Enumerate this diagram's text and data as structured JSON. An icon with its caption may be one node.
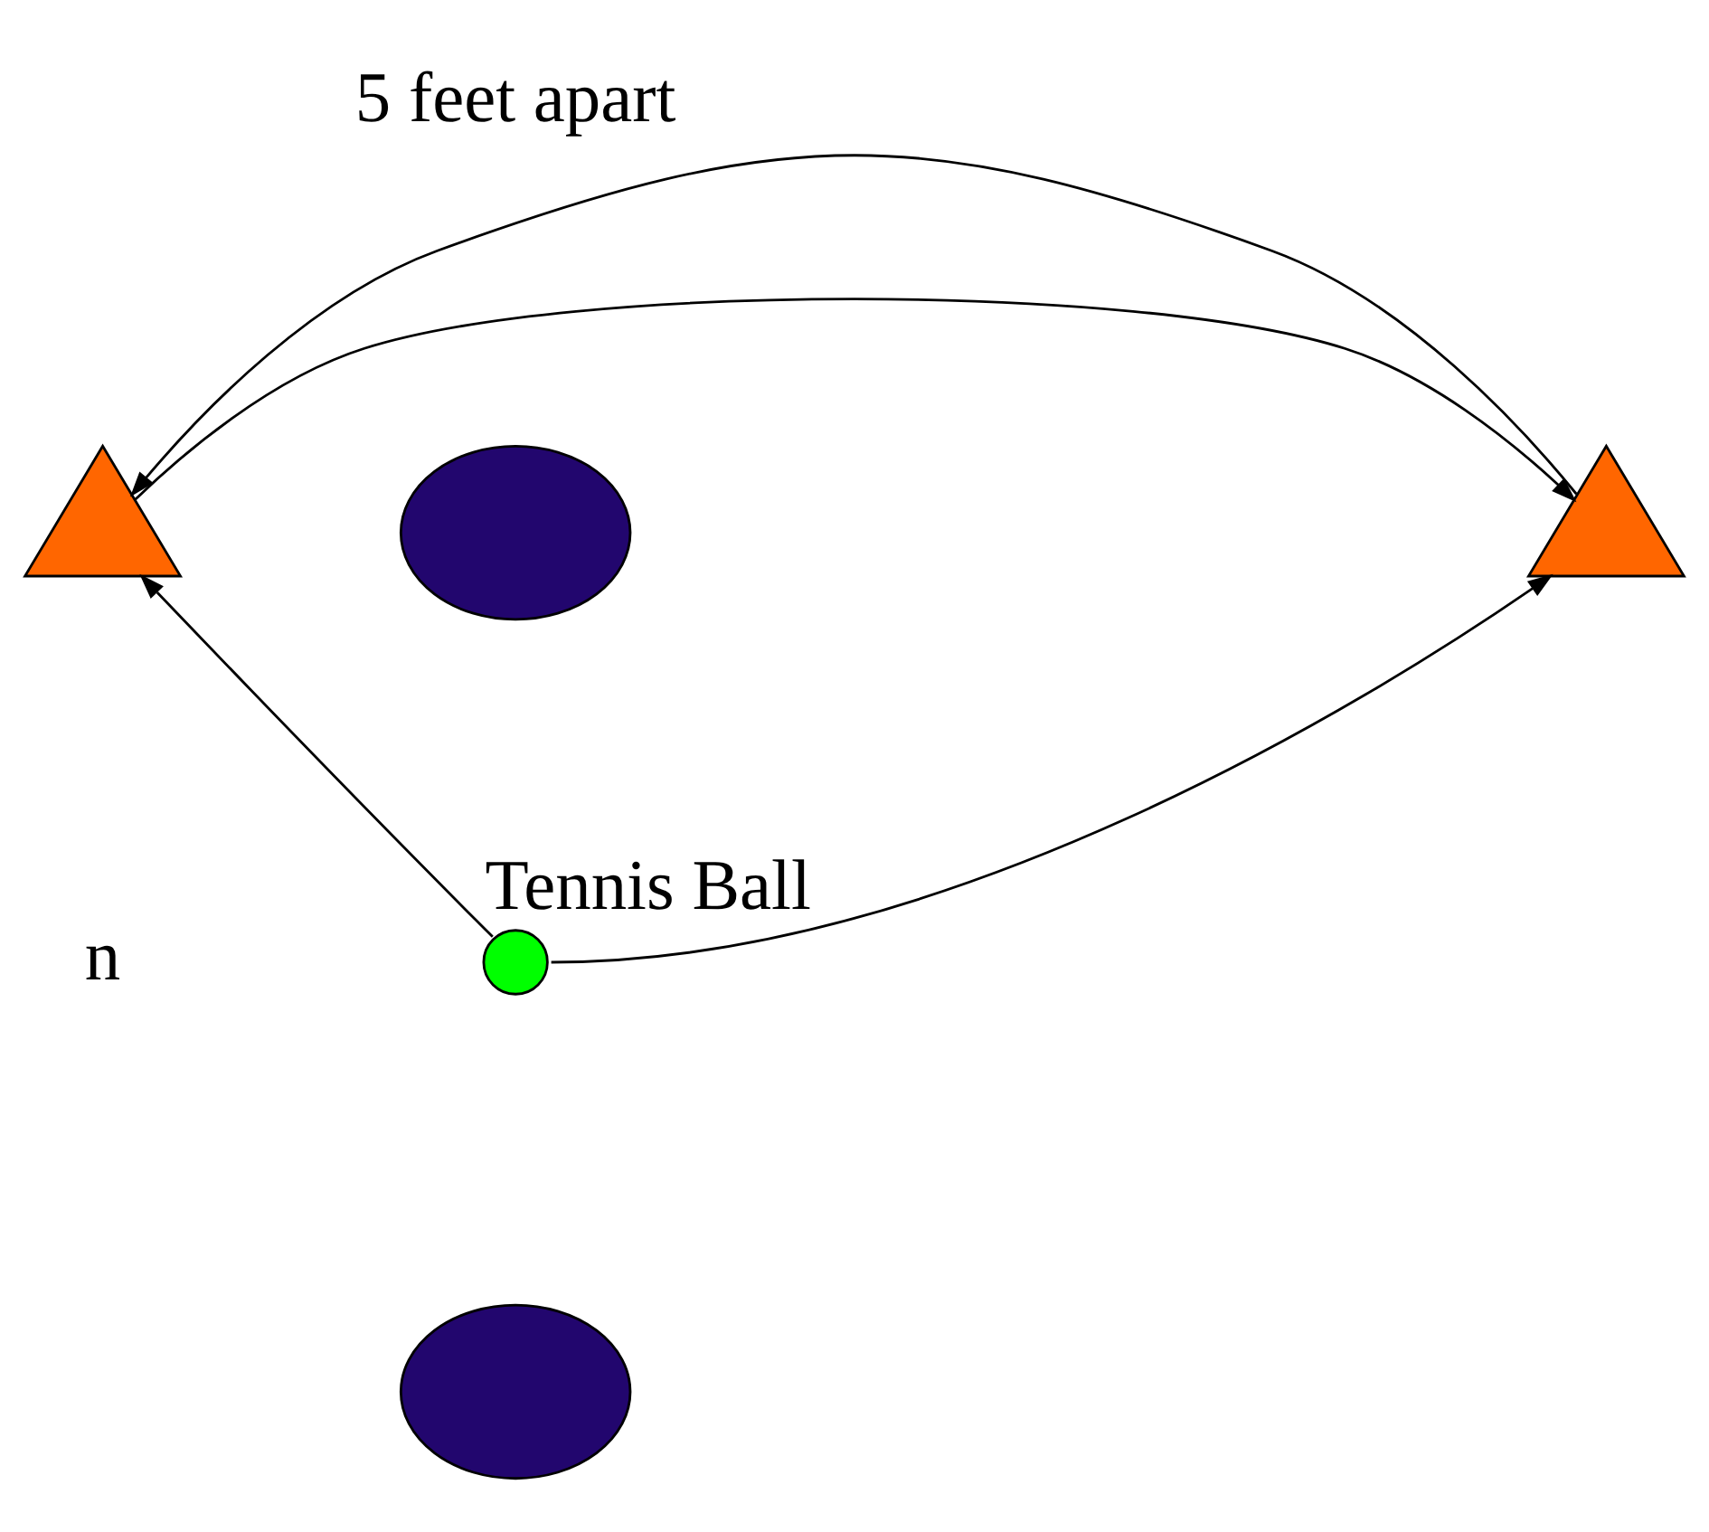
{
  "diagram": {
    "nodes": [
      {
        "text": [],
        "shape": "triangle"
      },
      {
        "text": [],
        "shape": "ellipse"
      },
      {
        "text": [],
        "shape": "triangle"
      },
      {
        "text": [],
        "shape": "circle",
        "beside": [
          "Tennis Ball"
        ]
      },
      {
        "text": [],
        "shape": "ellipse"
      }
    ],
    "edges": [
      {
        "from": 0,
        "to": 2,
        "arrow": "to"
      },
      {
        "from": 2,
        "to": 0,
        "arrow": "to"
      },
      {
        "from": 3,
        "to": 0,
        "arrow": "to"
      },
      {
        "from": 3,
        "to": 2,
        "arrow": "to"
      }
    ],
    "labels": [
      "5 feet apart",
      "n"
    ]
  }
}
